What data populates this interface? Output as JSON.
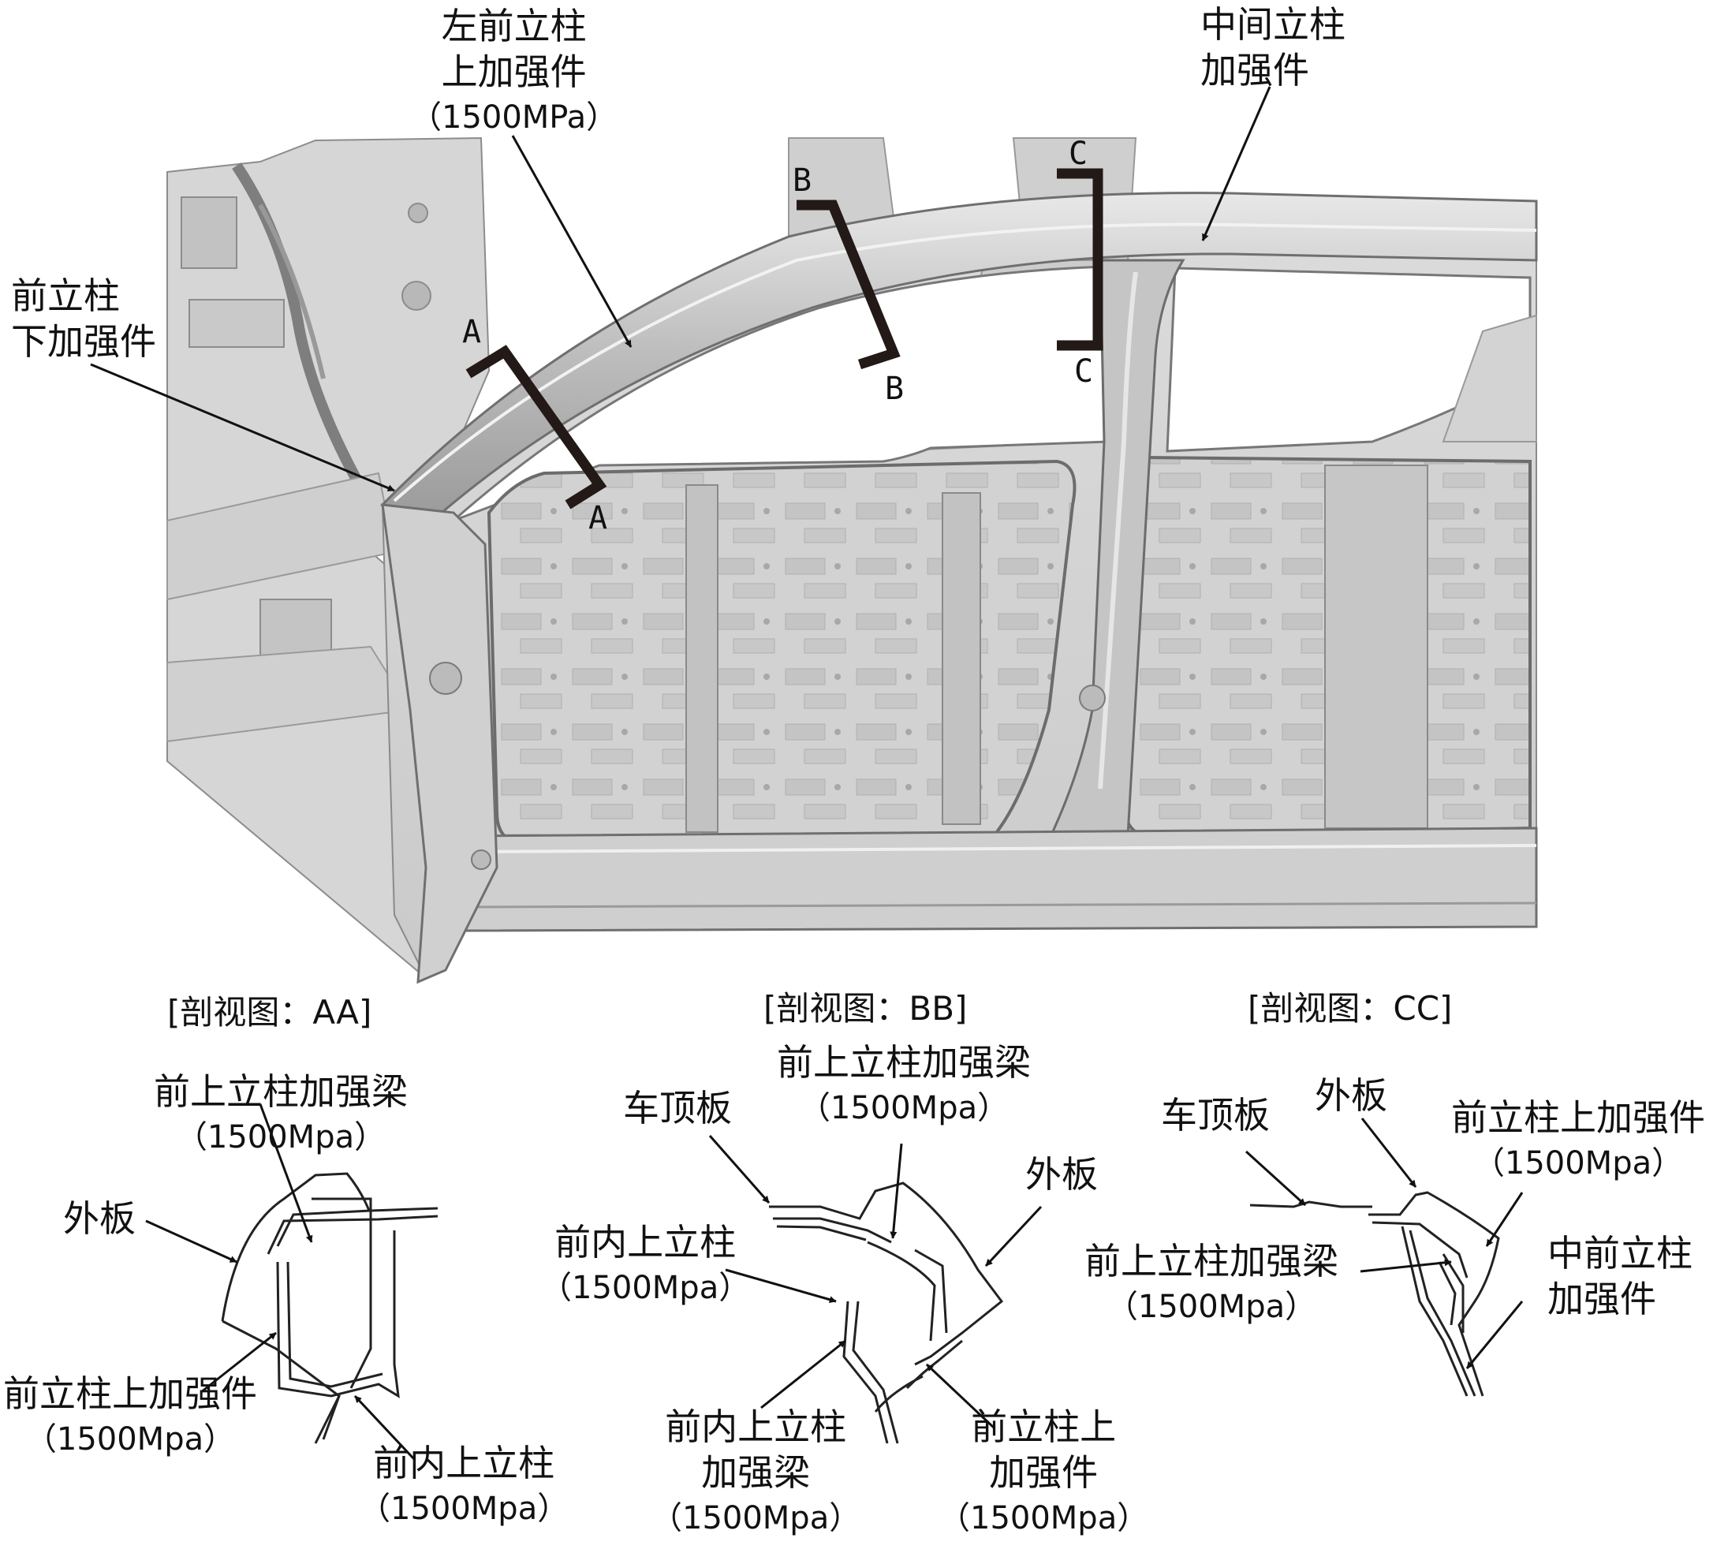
{
  "top_labels": {
    "front_pillar_lower": [
      "前立柱",
      "下加强件"
    ],
    "left_a_pillar_upper": [
      "左前立柱",
      "上加强件",
      "（1500MPa）"
    ],
    "center_pillar": [
      "中间立柱",
      "加强件"
    ]
  },
  "section_marks": {
    "a": "A",
    "b": "B",
    "c": "C"
  },
  "sections": {
    "aa": {
      "title": "[剖视图：AA]",
      "labels": {
        "upper_beam": [
          "前上立柱加强梁",
          "（1500Mpa）"
        ],
        "outer": [
          "外板"
        ],
        "pillar_upper": [
          "前立柱上加强件",
          "（1500Mpa）"
        ],
        "inner_upper": [
          "前内上立柱",
          "（1500Mpa）"
        ]
      }
    },
    "bb": {
      "title": "[剖视图：BB]",
      "labels": {
        "roof": [
          "车顶板"
        ],
        "upper_beam": [
          "前上立柱加强梁",
          "（1500Mpa）"
        ],
        "outer": [
          "外板"
        ],
        "inner_upper": [
          "前内上立柱",
          "（1500Mpa）"
        ],
        "inner_beam": [
          "前内上立柱",
          "加强梁",
          "（1500Mpa）"
        ],
        "pillar_upper": [
          "前立柱上",
          "加强件",
          "（1500Mpa）"
        ]
      }
    },
    "cc": {
      "title": "[剖视图：CC]",
      "labels": {
        "roof": [
          "车顶板"
        ],
        "outer": [
          "外板"
        ],
        "pillar_upper": [
          "前立柱上加强件",
          "（1500Mpa）"
        ],
        "upper_beam": [
          "前上立柱加强梁",
          "（1500Mpa）"
        ],
        "mid_pillar": [
          "中前立柱",
          "加强件"
        ]
      }
    }
  },
  "colors": {
    "body_fill": "#d4d4d4",
    "body_dark": "#9a9a9a",
    "line": "#111111",
    "section_marker": "#231916"
  }
}
